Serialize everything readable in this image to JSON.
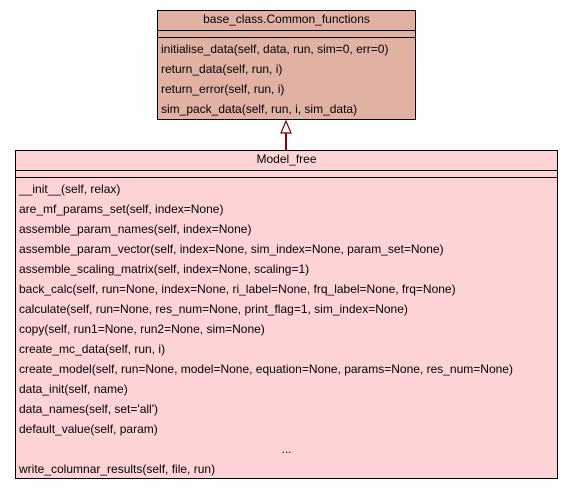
{
  "colors": {
    "base_fill": "#e1b1a4",
    "derived_fill": "#fdd3d6",
    "edge": "#8b0000",
    "border": "#000000"
  },
  "base_class": {
    "name": "base_class.Common_functions",
    "operations": [
      "initialise_data(self, data, run, sim=0, err=0)",
      "return_data(self, run, i)",
      "return_error(self, run, i)",
      "sim_pack_data(self, run, i, sim_data)"
    ]
  },
  "derived_class": {
    "name": "Model_free",
    "operations": [
      "__init__(self, relax)",
      "are_mf_params_set(self, index=None)",
      "assemble_param_names(self, index=None)",
      "assemble_param_vector(self, index=None, sim_index=None, param_set=None)",
      "assemble_scaling_matrix(self, index=None, scaling=1)",
      "back_calc(self, run=None, index=None, ri_label=None, frq_label=None, frq=None)",
      "calculate(self, run=None, res_num=None, print_flag=1, sim_index=None)",
      "copy(self, run1=None, run2=None, sim=None)",
      "create_mc_data(self, run, i)",
      "create_model(self, run=None, model=None, equation=None, params=None, res_num=None)",
      "data_init(self, name)",
      "data_names(self, set='all')",
      "default_value(self, param)"
    ],
    "ellipsis": "...",
    "last_operation": "write_columnar_results(self, file, run)"
  }
}
